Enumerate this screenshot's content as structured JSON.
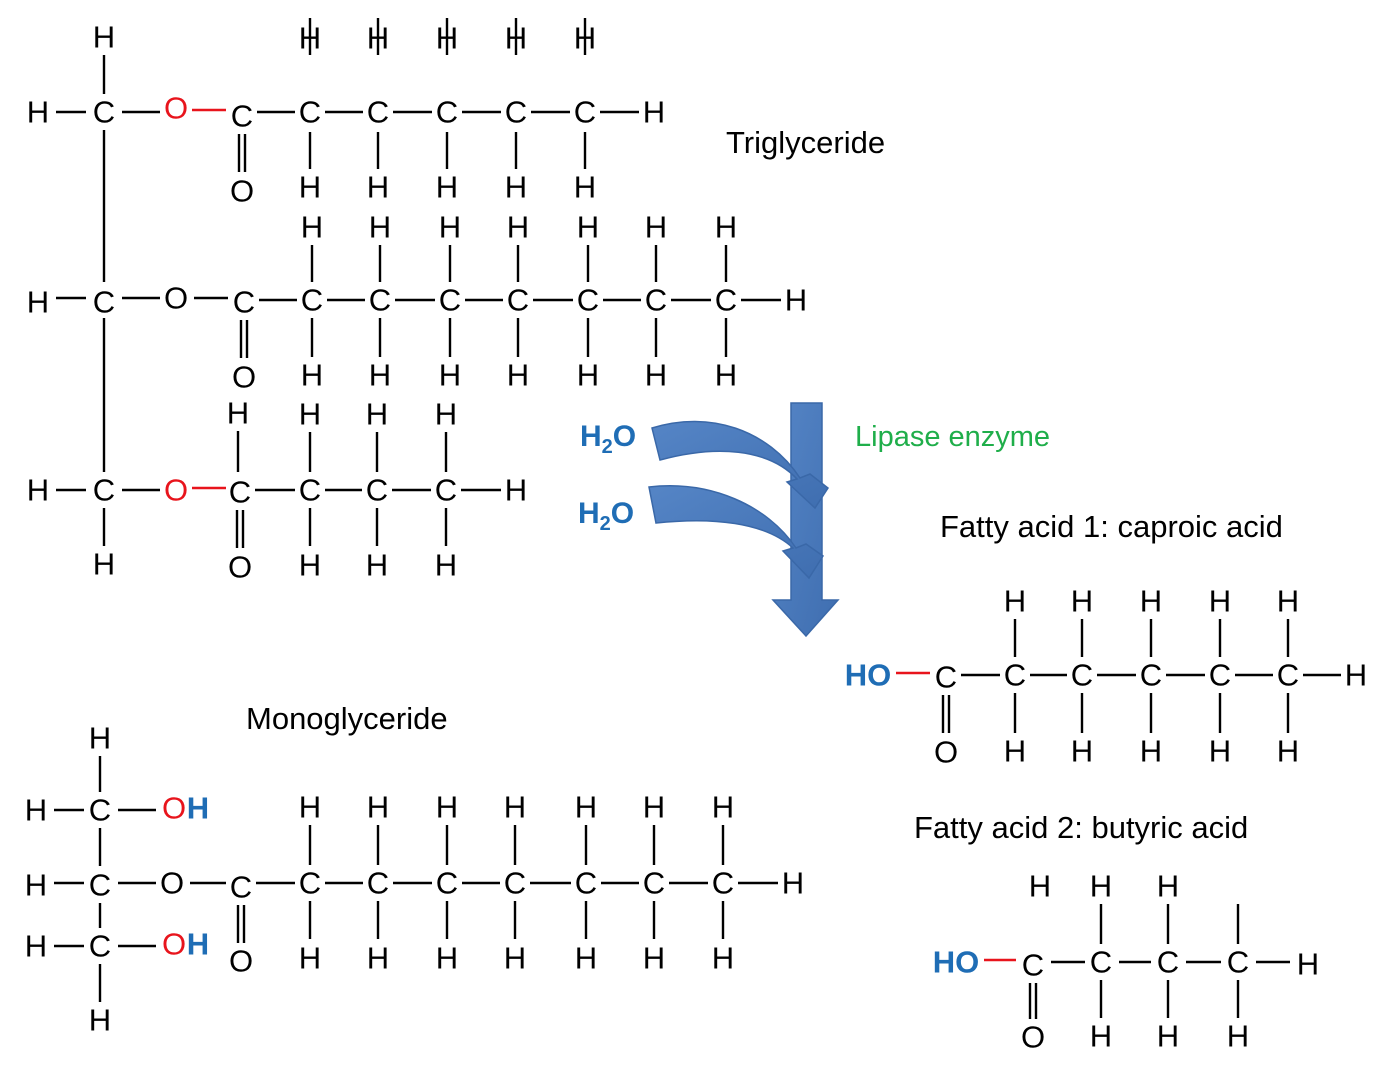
{
  "labels": {
    "triglyceride": "Triglyceride",
    "monoglyceride": "Monoglyceride",
    "enzyme": "Lipase enzyme",
    "fatty_acid_1": "Fatty acid 1: caproic acid",
    "fatty_acid_2": "Fatty acid 2: butyric acid"
  },
  "water": {
    "h": "H",
    "sub": "2",
    "o": "O"
  },
  "atoms": {
    "carbon": "C",
    "hydrogen": "H",
    "oxygen": "O",
    "hydroxyl": "HO"
  },
  "colors": {
    "oxygen_highlight": "#e8141c",
    "hydrogen_highlight": "#1f6db5",
    "arrow_fill": "#4e7ec0",
    "arrow_stroke": "#3a68a8",
    "enzyme_text": "#1fae4a"
  }
}
